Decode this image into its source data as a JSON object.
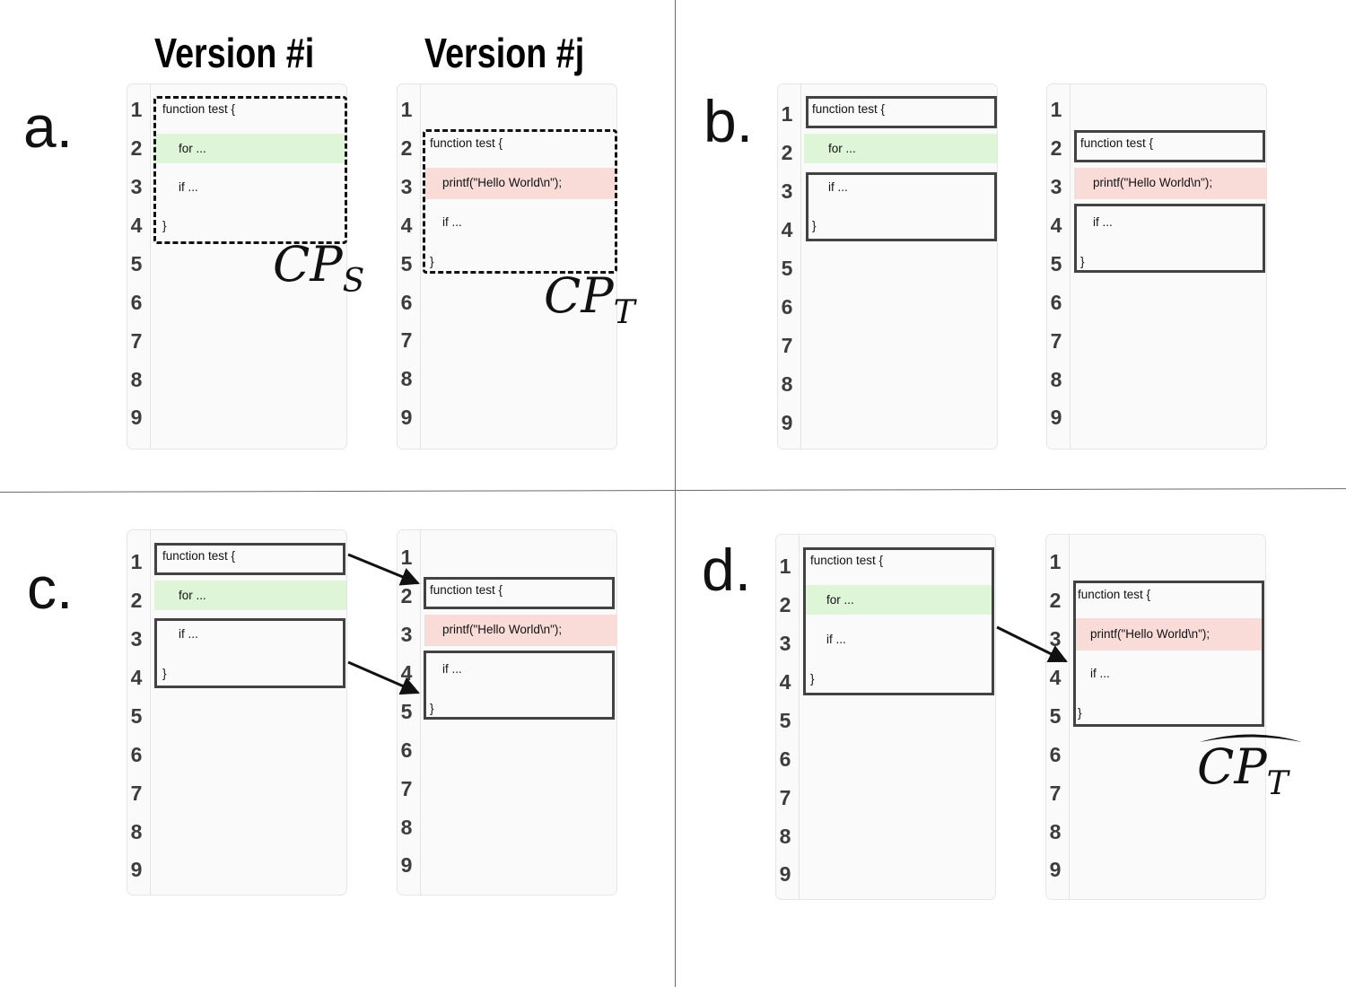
{
  "headings": {
    "version_i": "Version #i",
    "version_j": "Version #j"
  },
  "panels": {
    "a": {
      "letter": "a."
    },
    "b": {
      "letter": "b."
    },
    "c": {
      "letter": "c."
    },
    "d": {
      "letter": "d."
    }
  },
  "line_numbers": [
    "1",
    "2",
    "3",
    "4",
    "5",
    "6",
    "7",
    "8",
    "9"
  ],
  "source_code": {
    "function": "function test {",
    "for": "for ...",
    "if": "if ...",
    "close": "}"
  },
  "target_code": {
    "function": "function test {",
    "printf": "printf(\"Hello World\\n\");",
    "if": "if ...",
    "close": "}"
  },
  "labels": {
    "cp_s": {
      "base": "CP",
      "sub": "S"
    },
    "cp_t": {
      "base": "CP",
      "sub": "T"
    },
    "cp_t_hat": {
      "base": "CP",
      "sub": "T"
    }
  },
  "colors": {
    "added_line": "#dff5d8",
    "removed_line": "#f9dcd8",
    "box_border": "#424242"
  }
}
